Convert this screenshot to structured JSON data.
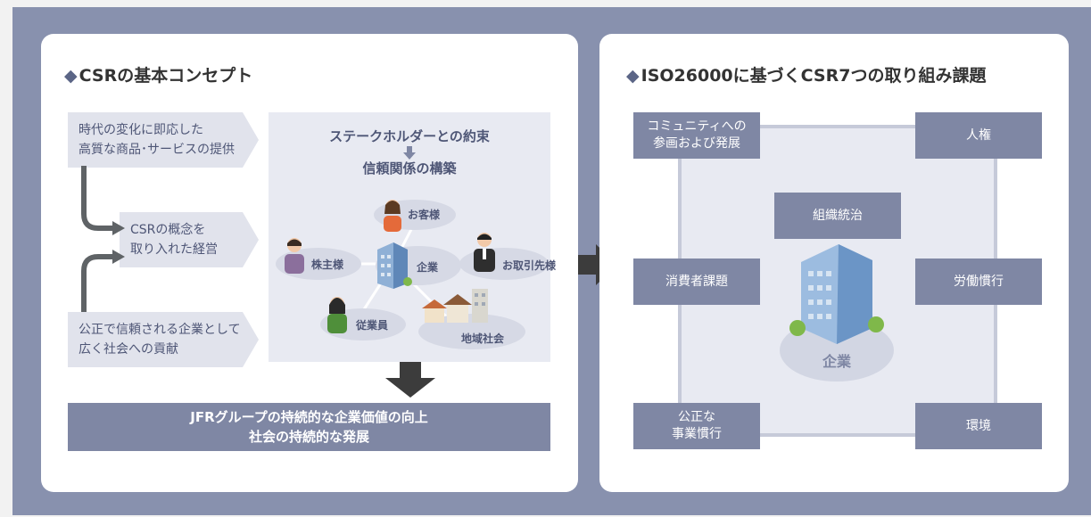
{
  "left": {
    "title": "CSRの基本コンセプト",
    "chevrons": [
      "時代の変化に即応した\n高質な商品･サービスの提供",
      "CSRの概念を\n取り入れた経営",
      "公正で信頼される企業として\n広く社会への貢献"
    ],
    "stake_title": "ステークホルダーとの約束",
    "stake_subtitle": "信頼関係の構築",
    "stakeholders": {
      "customer": "お客様",
      "shareholder": "株主様",
      "company": "企業",
      "partner": "お取引先様",
      "employee": "従業員",
      "community": "地域社会"
    },
    "result_line1": "JFRグループの持続的な企業価値の向上",
    "result_line2": "社会の持続的な発展"
  },
  "right": {
    "title": "ISO26000に基づくCSR7つの取り組み課題",
    "issues": {
      "community": "コミュニティへの\n参画および発展",
      "human_rights": "人権",
      "governance": "組織統治",
      "consumer": "消費者課題",
      "labor": "労働慣行",
      "fair": "公正な\n事業慣行",
      "environment": "環境"
    },
    "core": "企業"
  },
  "colors": {
    "frame": "#8891ae",
    "accent": "#7f87a4",
    "chevron": "#e1e3ec",
    "text_dark": "#4e5676"
  }
}
